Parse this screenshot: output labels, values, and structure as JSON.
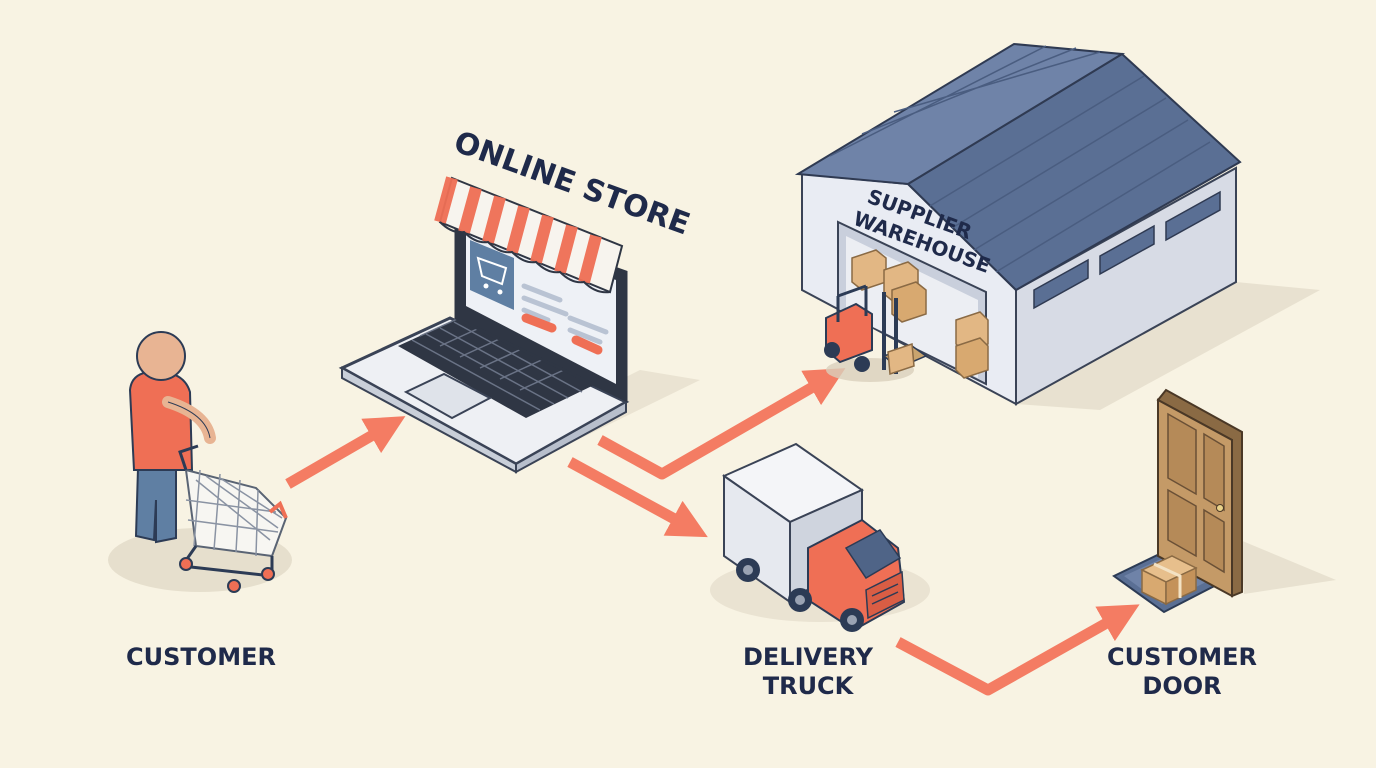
{
  "labels": {
    "customer": "CUSTOMER",
    "online_store": "ONLINE STORE",
    "supplier_warehouse_line1": "SUPPLIER",
    "supplier_warehouse_line2": "WAREHOUSE",
    "delivery_truck_line1": "DELIVERY",
    "delivery_truck_line2": "TRUCK",
    "customer_door_line1": "CUSTOMER",
    "customer_door_line2": "DOOR"
  },
  "flow": [
    {
      "from": "customer",
      "to": "online_store"
    },
    {
      "from": "online_store",
      "to": "supplier_warehouse"
    },
    {
      "from": "online_store",
      "to": "delivery_truck"
    },
    {
      "from": "delivery_truck",
      "to": "customer_door"
    }
  ],
  "colors": {
    "background": "#f8f3e3",
    "arrow": "#f47c63",
    "label_text": "#1f2a4a",
    "roof": "#5a6f94",
    "accent": "#ef6f55"
  }
}
